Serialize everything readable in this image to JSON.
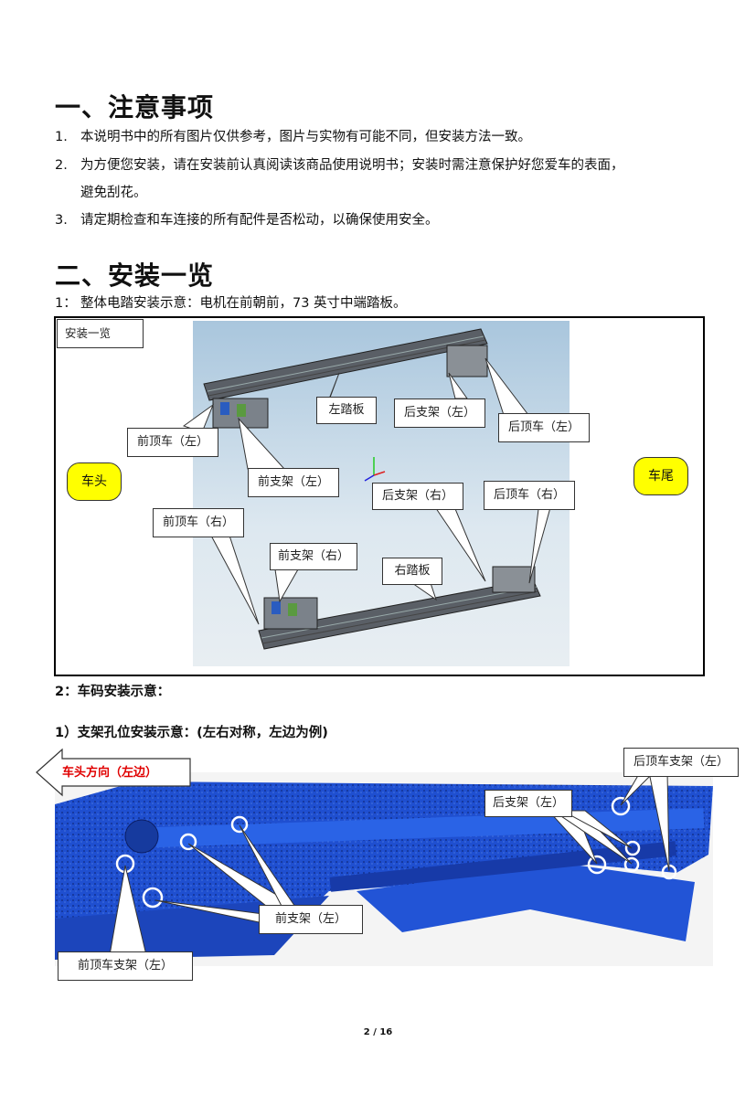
{
  "section1": {
    "title": "一、注意事项",
    "items": [
      {
        "num": "1.",
        "text": "本说明书中的所有图片仅供参考，图片与实物有可能不同，但安装方法一致。"
      },
      {
        "num": "2.",
        "text": "为方便您安装，请在安装前认真阅读该商品使用说明书；安装时需注意保护好您爱车的表面，",
        "cont": "避免刮花。"
      },
      {
        "num": "3.",
        "text": "请定期检查和车连接的所有配件是否松动，以确保使用安全。"
      }
    ]
  },
  "section2": {
    "title": "二、安装一览",
    "line1_num": "1：",
    "line1_text": "整体电踏安装示意：电机在前朝前，73 英寸中端踏板。",
    "diagram1": {
      "corner_label": "安装一览",
      "front": "车头",
      "rear": "车尾",
      "labels": {
        "left_board": "左踏板",
        "rear_bracket_left": "后支架（左）",
        "rear_top_left": "后顶车（左）",
        "front_top_left": "前顶车（左）",
        "front_bracket_left": "前支架（左）",
        "rear_bracket_right": "后支架（右）",
        "rear_top_right": "后顶车（右）",
        "front_top_right": "前顶车（右）",
        "front_bracket_right": "前支架（右）",
        "right_board": "右踏板"
      }
    },
    "line2": "2：车码安装示意：",
    "line3": "1）支架孔位安装示意：(左右对称，左边为例)",
    "diagram2": {
      "arrow_label": "车头方向（左边）",
      "rear_top_bracket": "后顶车支架（左）",
      "rear_bracket": "后支架（左）",
      "front_bracket": "前支架（左）",
      "front_top_bracket": "前顶车支架（左）"
    }
  },
  "footer": {
    "page": "2 / 16"
  },
  "colors": {
    "chassis_blue": "#1f4fd0",
    "highlight_yellow": "#ffff00",
    "arrow_red": "#e00000"
  }
}
